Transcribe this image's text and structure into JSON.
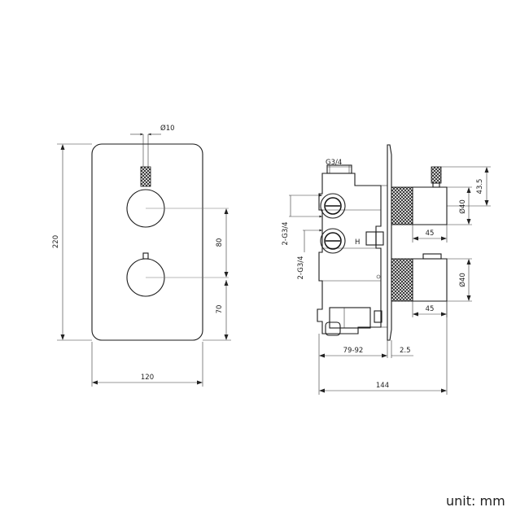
{
  "front_view": {
    "dim_width": "120",
    "dim_height": "220",
    "dim_spacing_upper": "80",
    "dim_spacing_lower": "70",
    "dim_spindle": "Ø10"
  },
  "side_view": {
    "label_top_port": "G3/4",
    "label_left_ports_a": "2-G3/4",
    "label_left_ports_b": "2-G3/4",
    "label_hot": "H",
    "dim_knob_height": "43.5",
    "dim_knob_dia_upper": "Ø40",
    "dim_knob_dia_lower": "Ø40",
    "dim_knob_len_upper": "45",
    "dim_knob_len_lower": "45",
    "dim_depth_range": "79-92",
    "dim_plate": "2.5",
    "dim_total_depth": "144"
  },
  "unit_label": "unit: mm"
}
